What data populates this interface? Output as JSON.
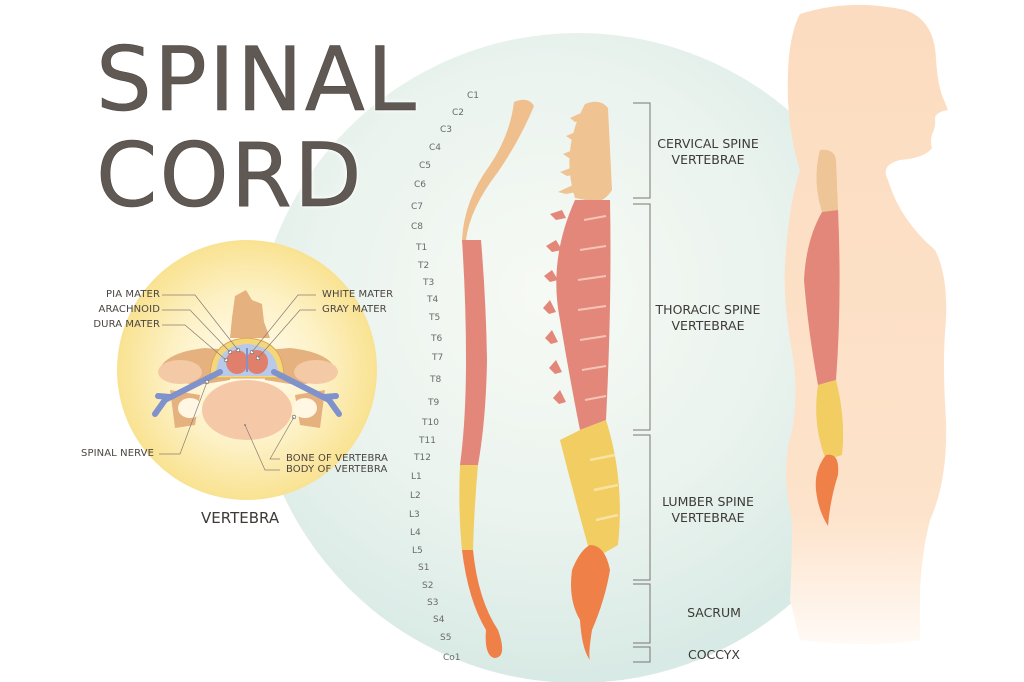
{
  "title": {
    "line1": "SPINAL",
    "line2": "CORD"
  },
  "colors": {
    "title": "#5f5853",
    "teal_circle": "#dcece8",
    "yellow_glow": "#fbe9a0",
    "cervical": "#f0bf8e",
    "thoracic": "#e3877a",
    "lumbar": "#f1cd62",
    "sacral": "#ee8048",
    "skin": "#fcdcc0",
    "nerve_blue": "#7f92cc",
    "bone_tan": "#e5b27f"
  },
  "vertebra_diagram": {
    "caption": "VERTEBRA",
    "labels_left": [
      {
        "name": "pia-mater",
        "text": "PIA MATER"
      },
      {
        "name": "arachnoid",
        "text": "ARACHNOID"
      },
      {
        "name": "dura-mater",
        "text": "DURA MATER"
      },
      {
        "name": "spinal-nerve",
        "text": "SPINAL NERVE"
      }
    ],
    "labels_right": [
      {
        "name": "white-mater",
        "text": "WHITE MATER"
      },
      {
        "name": "gray-mater",
        "text": "GRAY MATER"
      },
      {
        "name": "bone-of-vertebra",
        "text": "BONE OF VERTEBRA"
      },
      {
        "name": "body-of-vertebra",
        "text": "BODY OF VERTEBRA"
      }
    ]
  },
  "segments": [
    "C1",
    "C2",
    "C3",
    "C4",
    "C5",
    "C6",
    "C7",
    "C8",
    "T1",
    "T2",
    "T3",
    "T4",
    "T5",
    "T6",
    "T7",
    "T8",
    "T9",
    "T10",
    "T11",
    "T12",
    "L1",
    "L2",
    "L3",
    "L4",
    "L5",
    "S1",
    "S2",
    "S3",
    "S4",
    "S5",
    "Co1"
  ],
  "regions": [
    {
      "name": "cervical",
      "line1": "CERVICAL SPINE",
      "line2": "VERTEBRAE"
    },
    {
      "name": "thoracic",
      "line1": "THORACIC SPINE",
      "line2": "VERTEBRAE"
    },
    {
      "name": "lumbar",
      "line1": "LUMBER SPINE",
      "line2": "VERTEBRAE"
    },
    {
      "name": "sacrum",
      "line1": "SACRUM",
      "line2": ""
    },
    {
      "name": "coccyx",
      "line1": "COCCYX",
      "line2": ""
    }
  ]
}
